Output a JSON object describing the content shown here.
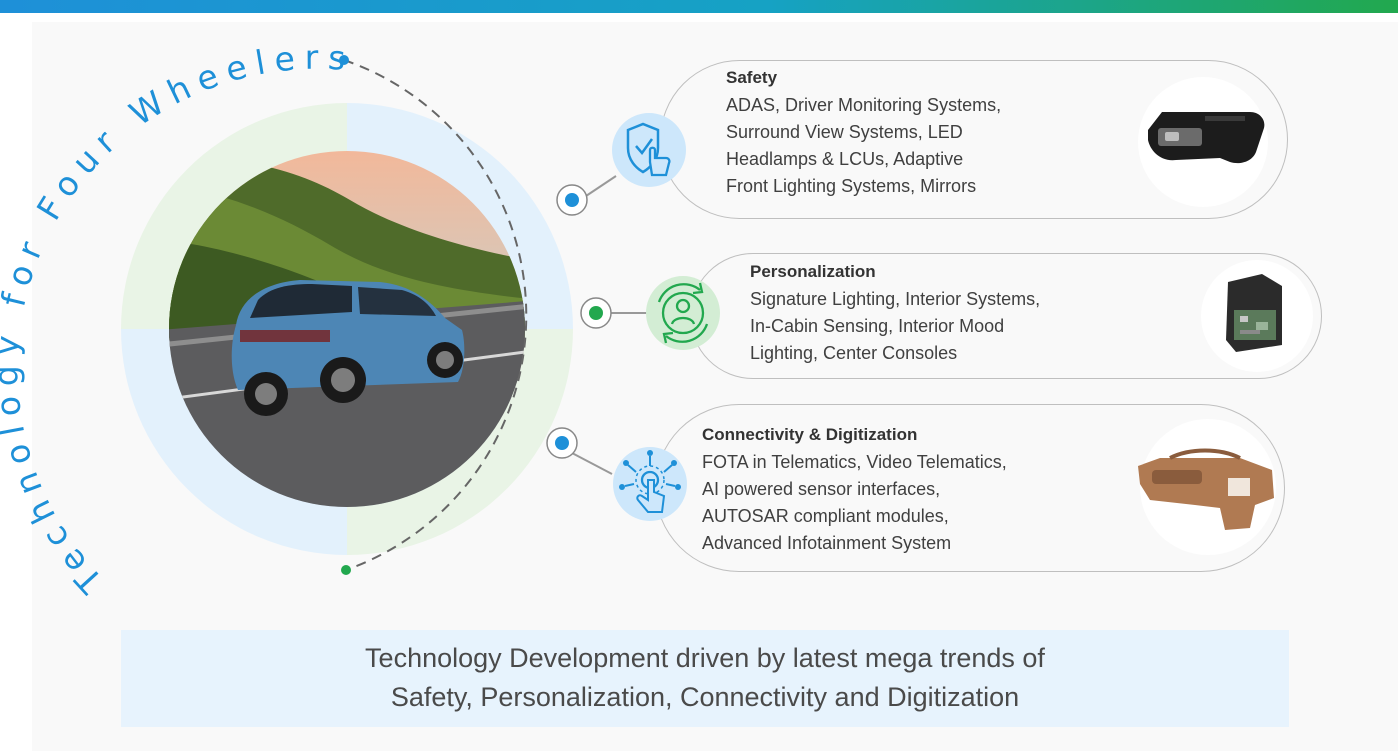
{
  "arc_title": "Technology for Four Wheelers",
  "categories": [
    {
      "title": "Safety",
      "lines": [
        "ADAS, Driver Monitoring Systems,",
        "Surround View Systems, LED",
        "Headlamps & LCUs, Adaptive",
        "Front Lighting Systems, Mirrors"
      ],
      "icon": "shield-hand-icon",
      "product_image": "driver-monitoring-camera-module"
    },
    {
      "title": "Personalization",
      "lines": [
        "Signature Lighting, Interior Systems,",
        "In-Cabin Sensing, Interior Mood",
        "Lighting, Center Consoles"
      ],
      "icon": "user-refresh-icon",
      "product_image": "electronic-control-module"
    },
    {
      "title": "Connectivity & Digitization",
      "lines": [
        "FOTA in Telematics, Video Telematics,",
        "AI powered sensor interfaces,",
        "AUTOSAR compliant modules,",
        "Advanced Infotainment System"
      ],
      "icon": "touch-network-icon",
      "product_image": "dashboard-panel"
    }
  ],
  "banner": {
    "line1": "Technology Development driven by latest mega trends of",
    "line2": "Safety, Personalization, Connectivity and Digitization"
  },
  "photo": "blue-suv-on-coastal-road",
  "colors": {
    "blue": "#1e90d8",
    "green": "#22a84e",
    "light_blue": "#e3f1fc",
    "light_green": "#e9f4e6",
    "banner_bg": "#e7f3fd"
  }
}
